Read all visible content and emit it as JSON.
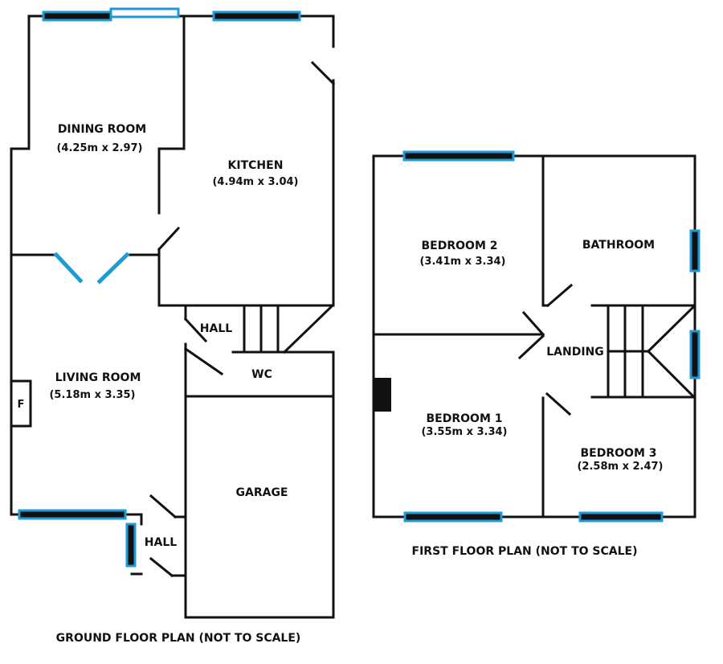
{
  "colors": {
    "wall": "#111111",
    "window": "#1e9ad6",
    "window_fill": "#ffffff"
  },
  "ground_floor": {
    "caption": "GROUND FLOOR PLAN (NOT TO SCALE)",
    "dining_room": {
      "name": "DINING ROOM",
      "size": "(4.25m x 2.97)"
    },
    "kitchen": {
      "name": "KITCHEN",
      "size": "(4.94m x 3.04)"
    },
    "hall_upper": "HALL",
    "wc": "WC",
    "living_room": {
      "name": "LIVING ROOM",
      "size": "(5.18m x 3.35)"
    },
    "fireplace": "F",
    "garage": "GARAGE",
    "hall_lower": "HALL"
  },
  "first_floor": {
    "caption": "FIRST FLOOR PLAN (NOT TO SCALE)",
    "bedroom_2": {
      "name": "BEDROOM 2",
      "size": "(3.41m x 3.34)"
    },
    "bathroom": "BATHROOM",
    "landing": "LANDING",
    "bedroom_1": {
      "name": "BEDROOM 1",
      "size": "(3.55m x 3.34)"
    },
    "bedroom_3": {
      "name": "BEDROOM 3",
      "size": "(2.58m x 2.47)"
    }
  }
}
